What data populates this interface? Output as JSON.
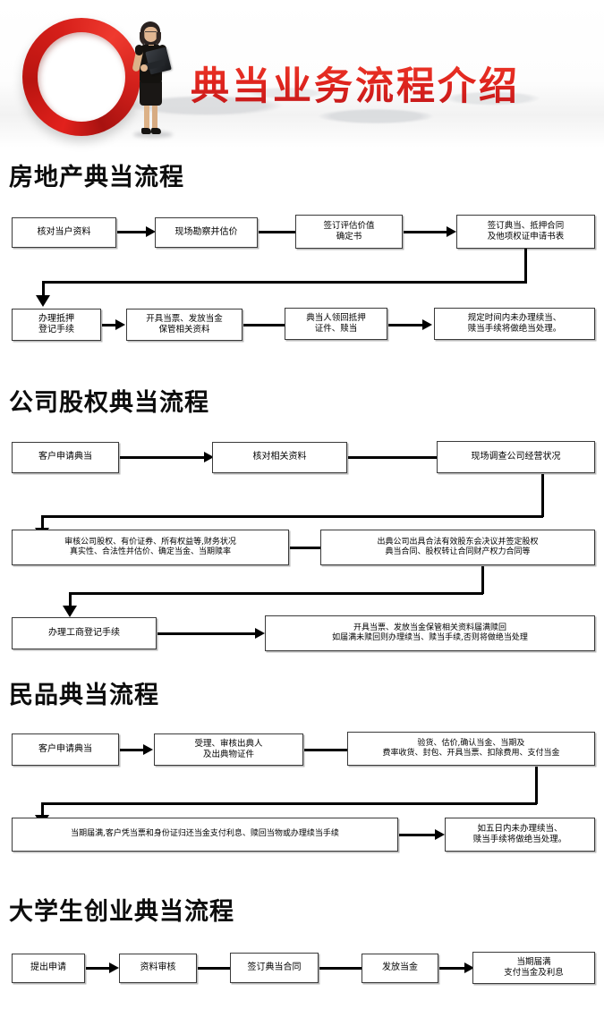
{
  "header": {
    "title": "典当业务流程介绍",
    "title_color": "#e0251e",
    "ring_color": "#d9211c",
    "graphic_names": [
      "red-ring-graphic",
      "businesswoman-figure"
    ]
  },
  "sections": [
    {
      "id": "real-estate",
      "heading": "房地产典当流程",
      "rows": [
        {
          "boxes": [
            "核对当户资料",
            "现场勘察并估价",
            "签订评估价值\n确定书",
            "签订典当、抵押合同\n及他项权证申请书表"
          ]
        },
        {
          "boxes": [
            "办理抵押\n登记手续",
            "开具当票、发放当金\n保管相关资料",
            "典当人领回抵押\n证件、赎当",
            "规定时间内未办理续当、\n赎当手续将做绝当处理。"
          ]
        }
      ]
    },
    {
      "id": "company-equity",
      "heading": "公司股权典当流程",
      "rows": [
        {
          "boxes": [
            "客户申请典当",
            "核对相关资料",
            "现场调查公司经营状况"
          ]
        },
        {
          "boxes": [
            "审核公司股权、有价证券、所有权益等,财务状况\n真实性、合法性并估价、确定当金、当期赎率",
            "出典公司出具合法有效股东会决议并签定股权\n典当合同、股权转让合同财产权力合同等"
          ]
        },
        {
          "boxes": [
            "办理工商登记手续",
            "开具当票、发放当金保管相关资料届满赎回\n如届满未赎回则办理续当、赎当手续,否则将做绝当处理"
          ]
        }
      ]
    },
    {
      "id": "consumer-goods",
      "heading": "民品典当流程",
      "rows": [
        {
          "boxes": [
            "客户申请典当",
            "受理、审核出典人\n及出典物证件",
            "验货、估价,确认当金、当期及\n费率收货、封包、开具当票、扣除费用、支付当金"
          ]
        },
        {
          "boxes": [
            "当期届满,客户凭当票和身份证归还当金支付利息、赎回当物或办理续当手续",
            "如五日内未办理续当、\n赎当手续将做绝当处理。"
          ]
        }
      ]
    },
    {
      "id": "student-startup",
      "heading": "大学生创业典当流程",
      "rows": [
        {
          "boxes": [
            "提出申请",
            "资料审核",
            "签订典当合同",
            "发放当金",
            "当期届满\n支付当金及利息"
          ]
        }
      ]
    }
  ]
}
